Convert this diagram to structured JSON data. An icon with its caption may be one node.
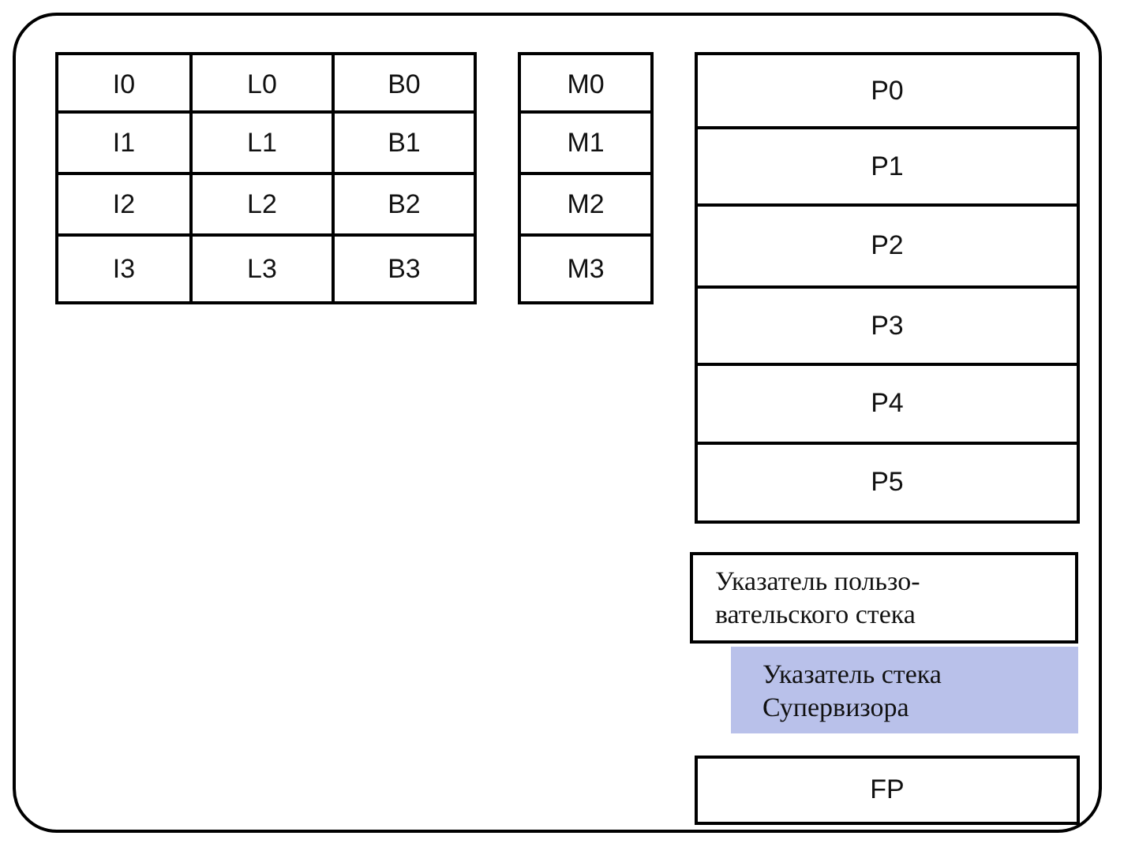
{
  "diagram": {
    "nodes": [
      {
        "text": [],
        "shape": "box"
      },
      {
        "text": [
          "I0"
        ],
        "in": 0
      },
      {
        "text": [
          "L0"
        ],
        "in": 0
      },
      {
        "text": [
          "B0"
        ],
        "in": 0
      },
      {
        "text": [
          "M0"
        ],
        "in": 0
      },
      {
        "text": [
          "P0"
        ],
        "in": 0
      },
      {
        "text": [
          "I1"
        ],
        "in": 0
      },
      {
        "text": [
          "L1"
        ],
        "in": 0
      },
      {
        "text": [
          "B1"
        ],
        "in": 0
      },
      {
        "text": [
          "M1"
        ],
        "in": 0
      },
      {
        "text": [
          "P1"
        ],
        "in": 0
      },
      {
        "text": [
          "I2"
        ],
        "in": 0
      },
      {
        "text": [
          "L2"
        ],
        "in": 0
      },
      {
        "text": [
          "B2"
        ],
        "in": 0
      },
      {
        "text": [
          "M2"
        ],
        "in": 0
      },
      {
        "text": [
          "P2"
        ],
        "in": 0
      },
      {
        "text": [
          "I3"
        ],
        "in": 0
      },
      {
        "text": [
          "L3"
        ],
        "in": 0
      },
      {
        "text": [
          "B3"
        ],
        "in": 0
      },
      {
        "text": [
          "M3"
        ],
        "in": 0
      },
      {
        "text": [
          "P3"
        ],
        "in": 0
      },
      {
        "text": [
          "P4"
        ],
        "in": 0
      },
      {
        "text": [
          "P5"
        ],
        "in": 0
      },
      {
        "text": [
          "Указатель пользо- вательского стека"
        ],
        "in": 0
      },
      {
        "text": [
          "Указатель стека Супервизора"
        ],
        "in": 0
      },
      {
        "text": [
          "FP"
        ],
        "in": 0
      }
    ]
  }
}
